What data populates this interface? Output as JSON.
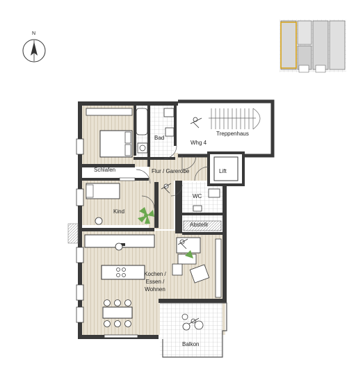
{
  "compass": {
    "north_label": "N"
  },
  "rooms": {
    "schlafen": "Schlafen",
    "bad": "Bad",
    "whg": "Whg 4",
    "treppenhaus": "Treppenhaus",
    "lift": "Lift",
    "flur": "Flur / Garerobe",
    "wc": "WC",
    "kind": "Kind",
    "abstellr": "Abstellr",
    "kochen_1": "Kochen /",
    "kochen_2": "Essen /",
    "kochen_3": "Wohnen",
    "balkon": "Balkon"
  },
  "colors": {
    "floor_wood": "#e4dccb",
    "wall": "#3a3a3a",
    "wall_fill": "#f4f4f4",
    "plant": "#6aa84f",
    "accent_line": "#d4a017"
  }
}
